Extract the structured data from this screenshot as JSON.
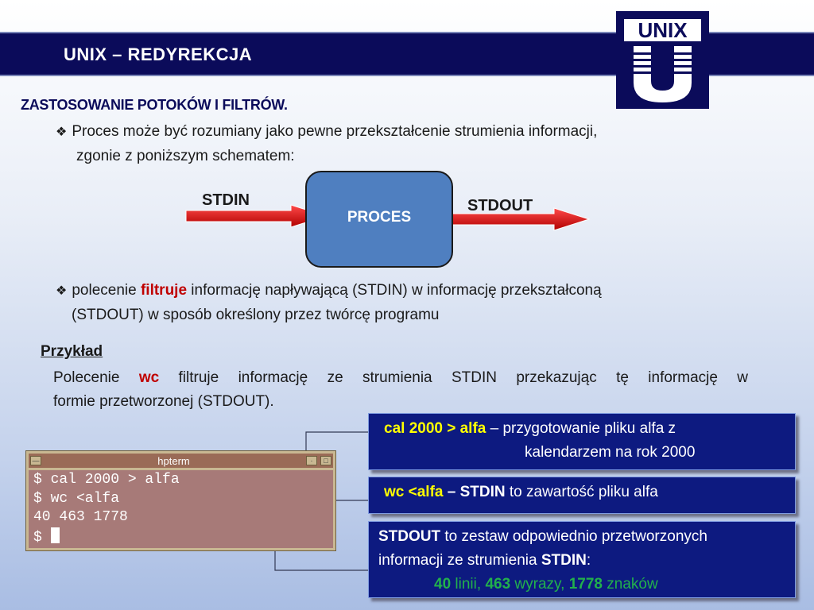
{
  "header": {
    "title": "UNIX – REDYREKCJA",
    "logo_text": "UNIX",
    "logo_letter": "U"
  },
  "section": {
    "title": "ZASTOSOWANIE POTOKÓW I FILTRÓW."
  },
  "bullet1": {
    "glyph": "❖",
    "line1": "Proces może być rozumiany jako pewne przekształcenie strumienia informacji,",
    "line2": "zgonie z poniższym schematem:"
  },
  "diagram": {
    "stdin_label": "STDIN",
    "process_label": "PROCES",
    "stdout_label": "STDOUT"
  },
  "bullet2": {
    "glyph": "❖",
    "pre": "polecenie ",
    "highlight": "filtruje",
    "post": " informację napływającą (STDIN) w informację przekształconą",
    "line2": "(STDOUT) w sposób określony przez twórcę programu"
  },
  "example": {
    "heading": "Przykład",
    "line1_pre": "Polecenie ",
    "line1_cmd": "wc",
    "line1_post": " filtruje informację ze strumienia STDIN przekazując tę informację w",
    "line2": "formie przetworzonej (STDOUT)."
  },
  "terminal": {
    "title": "hpterm",
    "lines": [
      "$ cal 2000 > alfa",
      "$ wc <alfa",
      "40 463 1778",
      "$ "
    ]
  },
  "notes": {
    "note1": {
      "cmd": "cal 2000 > alfa",
      "text1": " – przygotowanie pliku alfa z",
      "text2": "kalendarzem na rok 2000"
    },
    "note2": {
      "cmd": "wc <alfa",
      "dash": "–",
      "stdin": "STDIN",
      "text": "  to  zawartość pliku alfa"
    },
    "note3": {
      "stdout": "STDOUT",
      "text1": " to zestaw odpowiednio przetworzonych",
      "text2": "informacji ze strumienia ",
      "stdin": "STDIN",
      "colon": ":",
      "n1": "40",
      "w1": " linii, ",
      "n2": "463",
      "w2": " wyrazy, ",
      "n3": "1778",
      "w3": " znaków"
    }
  },
  "colors": {
    "navy": "#0b0b5a",
    "accent_red": "#c00000",
    "note_bg": "#0d1a80",
    "yellow": "#ffff00",
    "green": "#22b14c"
  }
}
